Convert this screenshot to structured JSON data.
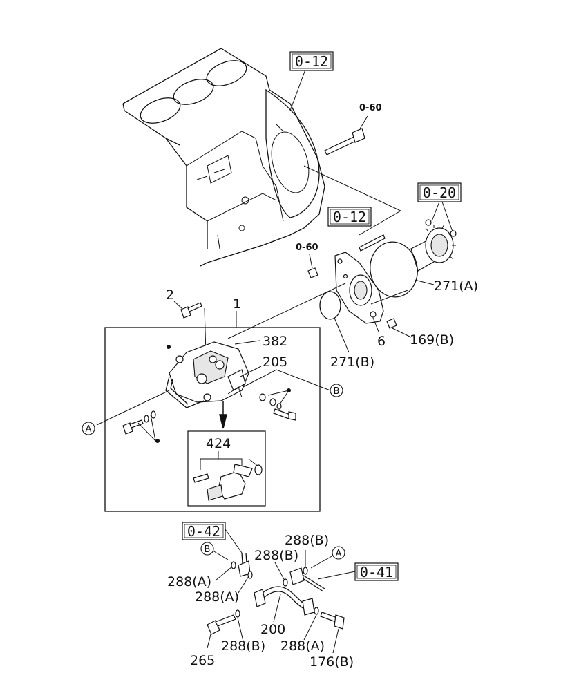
{
  "ref_boxes": {
    "r012_top": "0-12",
    "r020": "0-20",
    "r012_mid": "0-12",
    "r042": "0-42",
    "r041": "0-41"
  },
  "labels": {
    "l060_top": "0-60",
    "l060_mid": "0-60",
    "l2": "2",
    "l1": "1",
    "l382": "382",
    "l205": "205",
    "l271a": "271(A)",
    "l271b": "271(B)",
    "l6": "6",
    "l169b": "169(B)",
    "l424": "424",
    "l288b_top": "288(B)",
    "l288b_mid": "288(B)",
    "l288a_1": "288(A)",
    "l288a_2": "288(A)",
    "l200": "200",
    "l288b_bot": "288(B)",
    "l288a_bot": "288(A)",
    "l265": "265",
    "l176b": "176(B)"
  },
  "callouts": {
    "a_left": "A",
    "b_right": "B",
    "b_lower": "B",
    "a_lower": "A"
  },
  "icons": {
    "engine_block": "engine-block-illustration",
    "pump": "fuel-injection-pump-illustration",
    "gear": "drive-gear-illustration",
    "valve": "suction-control-valve-illustration",
    "pipe": "fuel-pipe-illustration"
  }
}
